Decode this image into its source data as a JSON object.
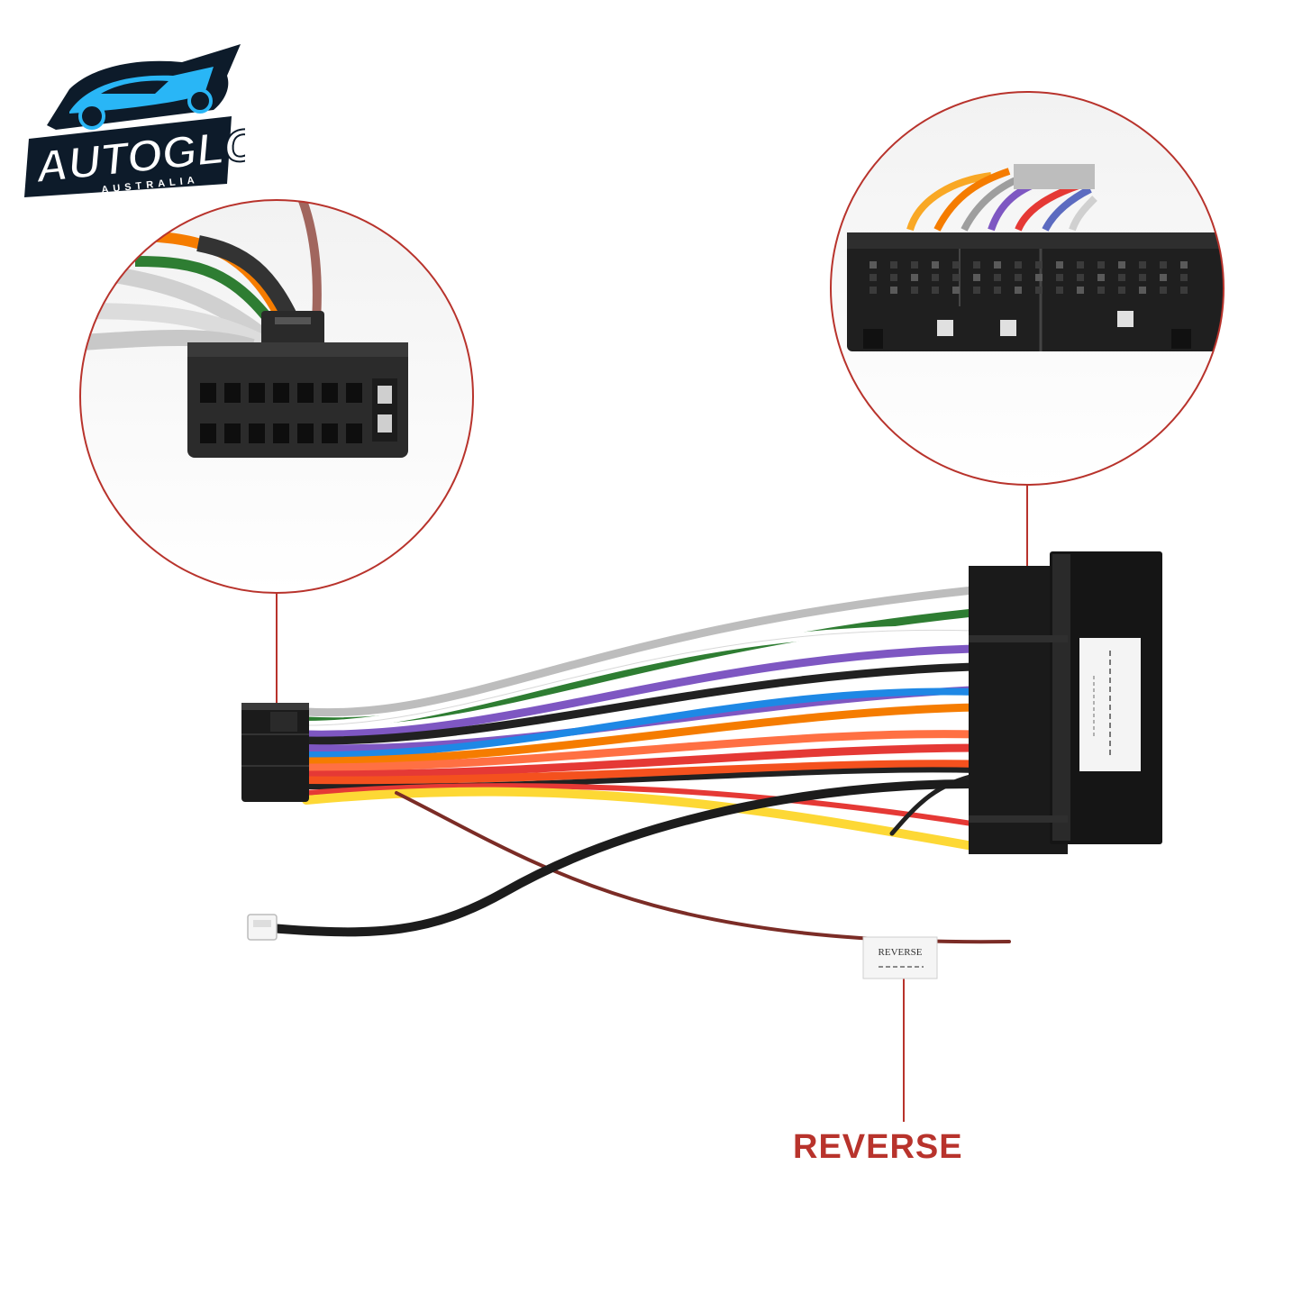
{
  "brand": {
    "name": "AUTOGLO",
    "tagline": "AUSTRALIA",
    "accent_color": "#29b6f6",
    "dark_color": "#0d1b2a"
  },
  "callout": {
    "reverse_label": "REVERSE",
    "tag_text": "REVERSE",
    "line_color": "#b8332c"
  },
  "wire_colors": [
    "#ffffff",
    "#2e7d32",
    "#7e57c2",
    "#1e88e5",
    "#f57c00",
    "#e53935",
    "#fdd835",
    "#212121",
    "#9e9e9e"
  ]
}
